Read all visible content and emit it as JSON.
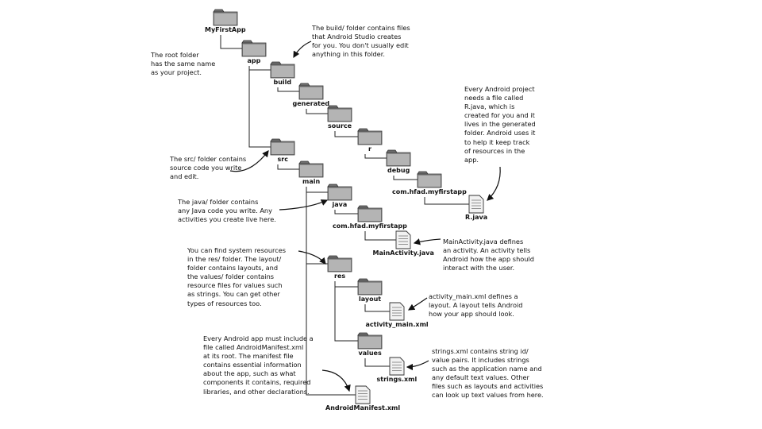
{
  "tree": {
    "nodes": [
      {
        "id": "myfirstapp",
        "label": "MyFirstApp",
        "type": "folder"
      },
      {
        "id": "app",
        "label": "app",
        "type": "folder"
      },
      {
        "id": "build",
        "label": "build",
        "type": "folder"
      },
      {
        "id": "generated",
        "label": "generated",
        "type": "folder"
      },
      {
        "id": "source",
        "label": "source",
        "type": "folder"
      },
      {
        "id": "r",
        "label": "r",
        "type": "folder"
      },
      {
        "id": "debug",
        "label": "debug",
        "type": "folder"
      },
      {
        "id": "com_gen",
        "label": "com.hfad.myfirstapp",
        "type": "folder"
      },
      {
        "id": "rjava",
        "label": "R.java",
        "type": "file"
      },
      {
        "id": "src",
        "label": "src",
        "type": "folder"
      },
      {
        "id": "main",
        "label": "main",
        "type": "folder"
      },
      {
        "id": "java",
        "label": "java",
        "type": "folder"
      },
      {
        "id": "com_java",
        "label": "com.hfad.myfirstapp",
        "type": "folder"
      },
      {
        "id": "mainactivity",
        "label": "MainActivity.java",
        "type": "file"
      },
      {
        "id": "res",
        "label": "res",
        "type": "folder"
      },
      {
        "id": "layout",
        "label": "layout",
        "type": "folder"
      },
      {
        "id": "activity_main",
        "label": "activity_main.xml",
        "type": "file"
      },
      {
        "id": "values",
        "label": "values",
        "type": "folder"
      },
      {
        "id": "strings",
        "label": "strings.xml",
        "type": "file"
      },
      {
        "id": "manifest",
        "label": "AndroidManifest.xml",
        "type": "file"
      }
    ],
    "edges": [
      [
        "myfirstapp",
        "app"
      ],
      [
        "app",
        "build"
      ],
      [
        "build",
        "generated"
      ],
      [
        "generated",
        "source"
      ],
      [
        "source",
        "r"
      ],
      [
        "r",
        "debug"
      ],
      [
        "debug",
        "com_gen"
      ],
      [
        "com_gen",
        "rjava"
      ],
      [
        "app",
        "src"
      ],
      [
        "src",
        "main"
      ],
      [
        "main",
        "java"
      ],
      [
        "java",
        "com_java"
      ],
      [
        "com_java",
        "mainactivity"
      ],
      [
        "main",
        "res"
      ],
      [
        "res",
        "layout"
      ],
      [
        "layout",
        "activity_main"
      ],
      [
        "res",
        "values"
      ],
      [
        "values",
        "strings"
      ],
      [
        "main",
        "manifest"
      ]
    ]
  },
  "annotations": [
    {
      "id": "root-note",
      "lines": [
        "The root folder",
        "has the same name",
        "as your project."
      ]
    },
    {
      "id": "build-note",
      "lines": [
        "The build/ folder contains files",
        "that Android Studio creates",
        "for you. You don't usually edit",
        "anything in this folder."
      ]
    },
    {
      "id": "rjava-note",
      "lines": [
        "Every Android project",
        "needs a file called",
        "R.java, which is",
        "created for you and it",
        "lives in the generated",
        "folder. Android uses it",
        "to help it keep track",
        "of resources in the",
        "app."
      ]
    },
    {
      "id": "src-note",
      "lines": [
        "The src/ folder contains",
        "source code you write",
        "and edit."
      ]
    },
    {
      "id": "java-note",
      "lines": [
        "The java/ folder contains",
        "any Java code you write. Any",
        "activities you create live here."
      ]
    },
    {
      "id": "mainactivity-note",
      "lines": [
        "MainActivity.java defines",
        "an activity. An activity tells",
        "Android how the app should",
        "interact with the user."
      ]
    },
    {
      "id": "res-note",
      "lines": [
        "You can find system resources",
        "in the res/ folder. The layout/",
        "folder contains layouts, and",
        "the values/ folder contains",
        "resource files for values such",
        "as strings. You can get other",
        "types of resources too."
      ]
    },
    {
      "id": "layout-note",
      "lines": [
        "activity_main.xml defines a",
        "layout. A layout tells Android",
        "how your app should look."
      ]
    },
    {
      "id": "manifest-note",
      "lines": [
        "Every Android app must include a",
        "file called AndroidManifest.xml",
        "at its root. The manifest file",
        "contains essential information",
        "about the app, such as what",
        "components it contains, required",
        "libraries, and other declarations."
      ]
    },
    {
      "id": "strings-note",
      "lines": [
        "strings.xml contains string id/",
        "value pairs. It includes strings",
        "such as the application name and",
        "any default text values. Other",
        "files such as layouts and activities",
        "can look up text values from here."
      ]
    }
  ]
}
